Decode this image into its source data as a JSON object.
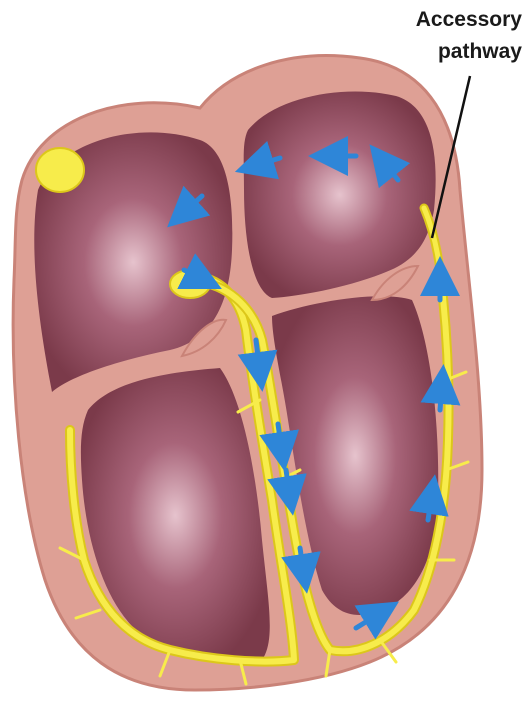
{
  "annotation": {
    "lines": [
      "Accessory",
      "pathway"
    ]
  },
  "colors": {
    "background": "#ffffff",
    "heart_wall": "#dea095",
    "heart_wall_edge": "#c98378",
    "chamber": "#7b3a4a",
    "chamber_highlight": "#e3bfca",
    "conduction_path": "#f7ec4b",
    "conduction_edge": "#dcc71a",
    "impulse_arrow": "#2e86d8",
    "pointer_line": "#111111"
  },
  "icons": {
    "sa_node": "yellow-oval-node",
    "av_node": "yellow-oval-node",
    "impulse": "blue-arrow"
  }
}
